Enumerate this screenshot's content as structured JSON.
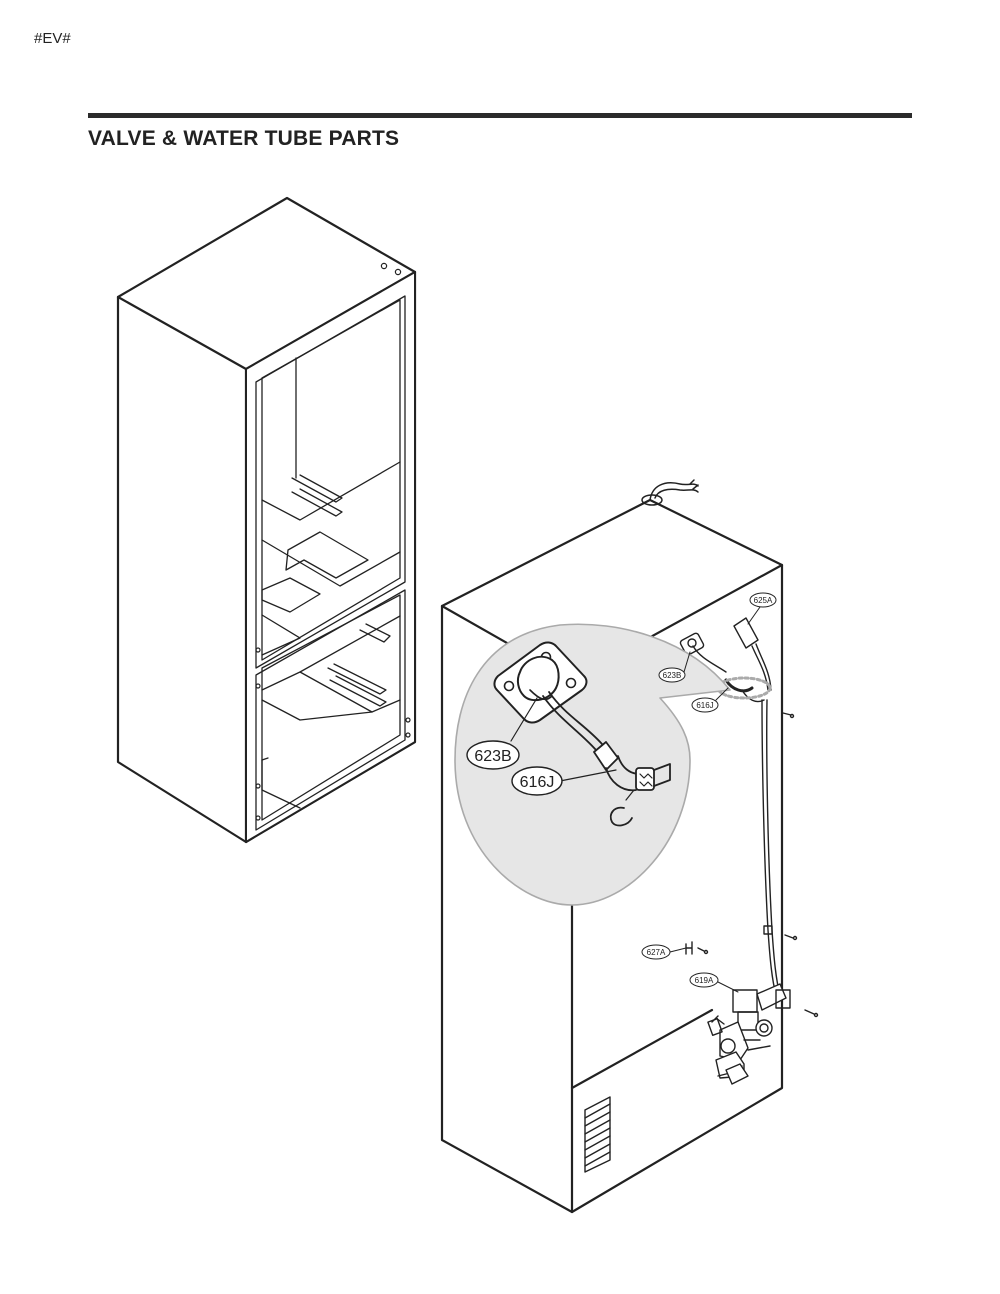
{
  "header": {
    "doc_code": "#EV#",
    "title": "VALVE & WATER TUBE PARTS"
  },
  "callouts": {
    "zoom": [
      "623B",
      "616J"
    ],
    "main": [
      "625A",
      "623B",
      "616J",
      "627A",
      "619A"
    ]
  },
  "colors": {
    "ink": "#222222",
    "zoom_bubble": "#e6e6e6",
    "rule": "#2b2b2b"
  }
}
